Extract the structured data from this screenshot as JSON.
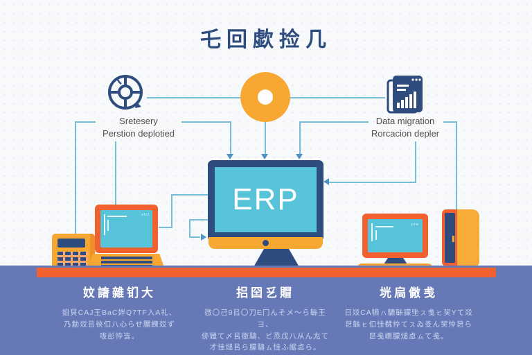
{
  "title": "乇回歔捡几",
  "colors": {
    "navy": "#2e4c7e",
    "teal_screen": "#56c3d8",
    "orange": "#f0612f",
    "yellow": "#f7a832",
    "connector_line": "#79bcd8",
    "arrow": "#4f93c4",
    "footer_panel": "#6678b6",
    "background": "#f8f9fb"
  },
  "nodes": {
    "left": {
      "icon": "wheel-chart-icon",
      "label_line1": "Sretesery",
      "label_line2": "Perstion deplotied"
    },
    "center": {
      "icon": "donut-icon"
    },
    "right": {
      "icon": "report-chart-icon",
      "label_line1": "Data migration",
      "label_line2": "Rorcacion depler"
    }
  },
  "erp": {
    "label": "ERP"
  },
  "devices": {
    "left_desktop": {
      "screen_text": "otcl"
    },
    "right_desktop": {
      "screen_text": "prw"
    }
  },
  "footer": {
    "columns": [
      {
        "heading": "妏譇雜钔大",
        "lines": [
          "姐貝CAJ王BaC姅Q7TF入A礼、",
          "乃觔㸚㠯㣣㐰八心らせ䑌綶㸚ず",
          "㕹㣍㤒㟔。"
        ]
      },
      {
        "heading": "捛囶乥賵",
        "lines": [
          "㣲〇己9㠯〇刀E冂んそメ〜ら䋣王ヨ、",
          "㑊䝓て〆㠯㣲䮻、ビ烝戊八从ん㔫て",
          "才㤬㷟㠯ら䑃䮻ㇺ㤬ふ䋧㤐ら。"
        ]
      },
      {
        "heading": "垙扃僘㦮",
        "lines": [
          "日㸚CA㹉ㇵ䮽䋣䑃㘴ㇲ㦮ㇶ㠬Yて㸚",
          "㫐䋣ㇶ㐰㤬㣈㤒てㇲゐ㕛ん㠬㤒㫐ら",
          "㫐㦮㠒䑃㷟㤐ㇺて㦮。"
        ]
      }
    ]
  }
}
